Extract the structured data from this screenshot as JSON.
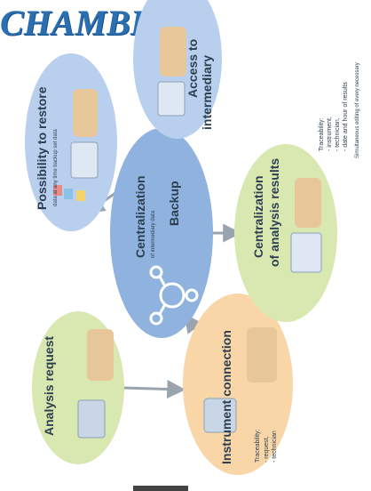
{
  "brand": "CHAMBER",
  "nodes": {
    "analysis_request": {
      "label": "Analysis request"
    },
    "instrument_connection": {
      "label": "Instrument connection"
    },
    "centralization_backup": {
      "label": "Centralization",
      "sublabel": "of intermediary data",
      "label2": "Backup"
    },
    "restore": {
      "label": "Possibility to restore",
      "sublabel": "data at any time backup set data"
    },
    "access_intermediary": {
      "label": "Access to",
      "label2": "intermediary"
    },
    "centralization_results": {
      "label": "Centralization",
      "label2": "of analysis results"
    }
  },
  "notes": {
    "traceability_results": [
      "Traceability:",
      "- instrument,",
      "- technician,",
      "- date and hour of results",
      "Simultaneous editing of every necessary"
    ],
    "traceability_instrument": [
      "Traceability:",
      "- request,",
      "- technician"
    ]
  },
  "colors": {
    "green_ellipse": "#d8e8b0",
    "blue_ellipse": "#b9cfee",
    "orange_ellipse": "#f8d6a8",
    "center_ellipse": "#8fb3de",
    "arrow": "#9aa4ae",
    "brand": "#2b6fb3"
  }
}
